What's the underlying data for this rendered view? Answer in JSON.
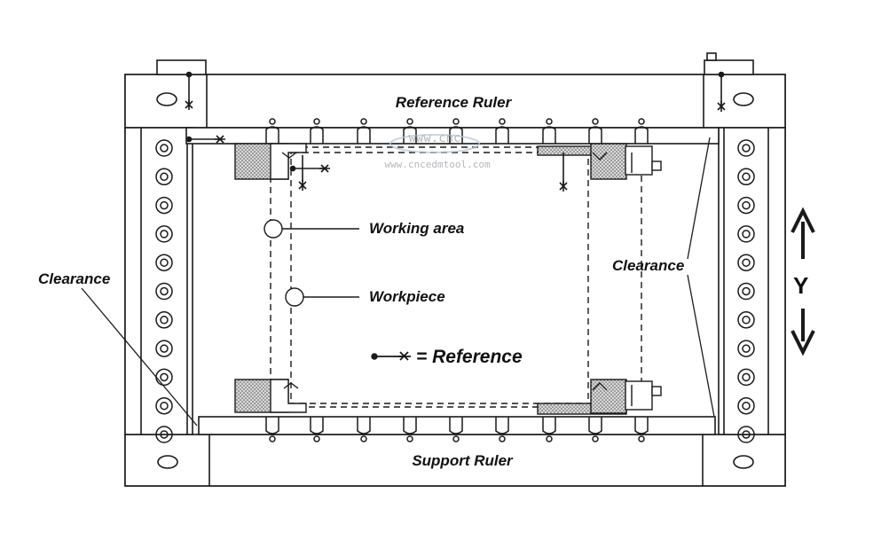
{
  "labels": {
    "reference_ruler": "Reference Ruler",
    "support_ruler": "Support Ruler",
    "working_area": "Working area",
    "workpiece": "Workpiece",
    "clearance_left": "Clearance",
    "clearance_right": "Clearance",
    "axis_y": "Y",
    "legend_reference": "= Reference"
  },
  "watermark": {
    "logo": "www.cnc",
    "url": "www.cncedmtool.com"
  },
  "colors": {
    "line": "#1a1a1a",
    "clamp_fill": "#bdbdbd",
    "background": "#ffffff",
    "watermark": "#9aa0a6"
  }
}
